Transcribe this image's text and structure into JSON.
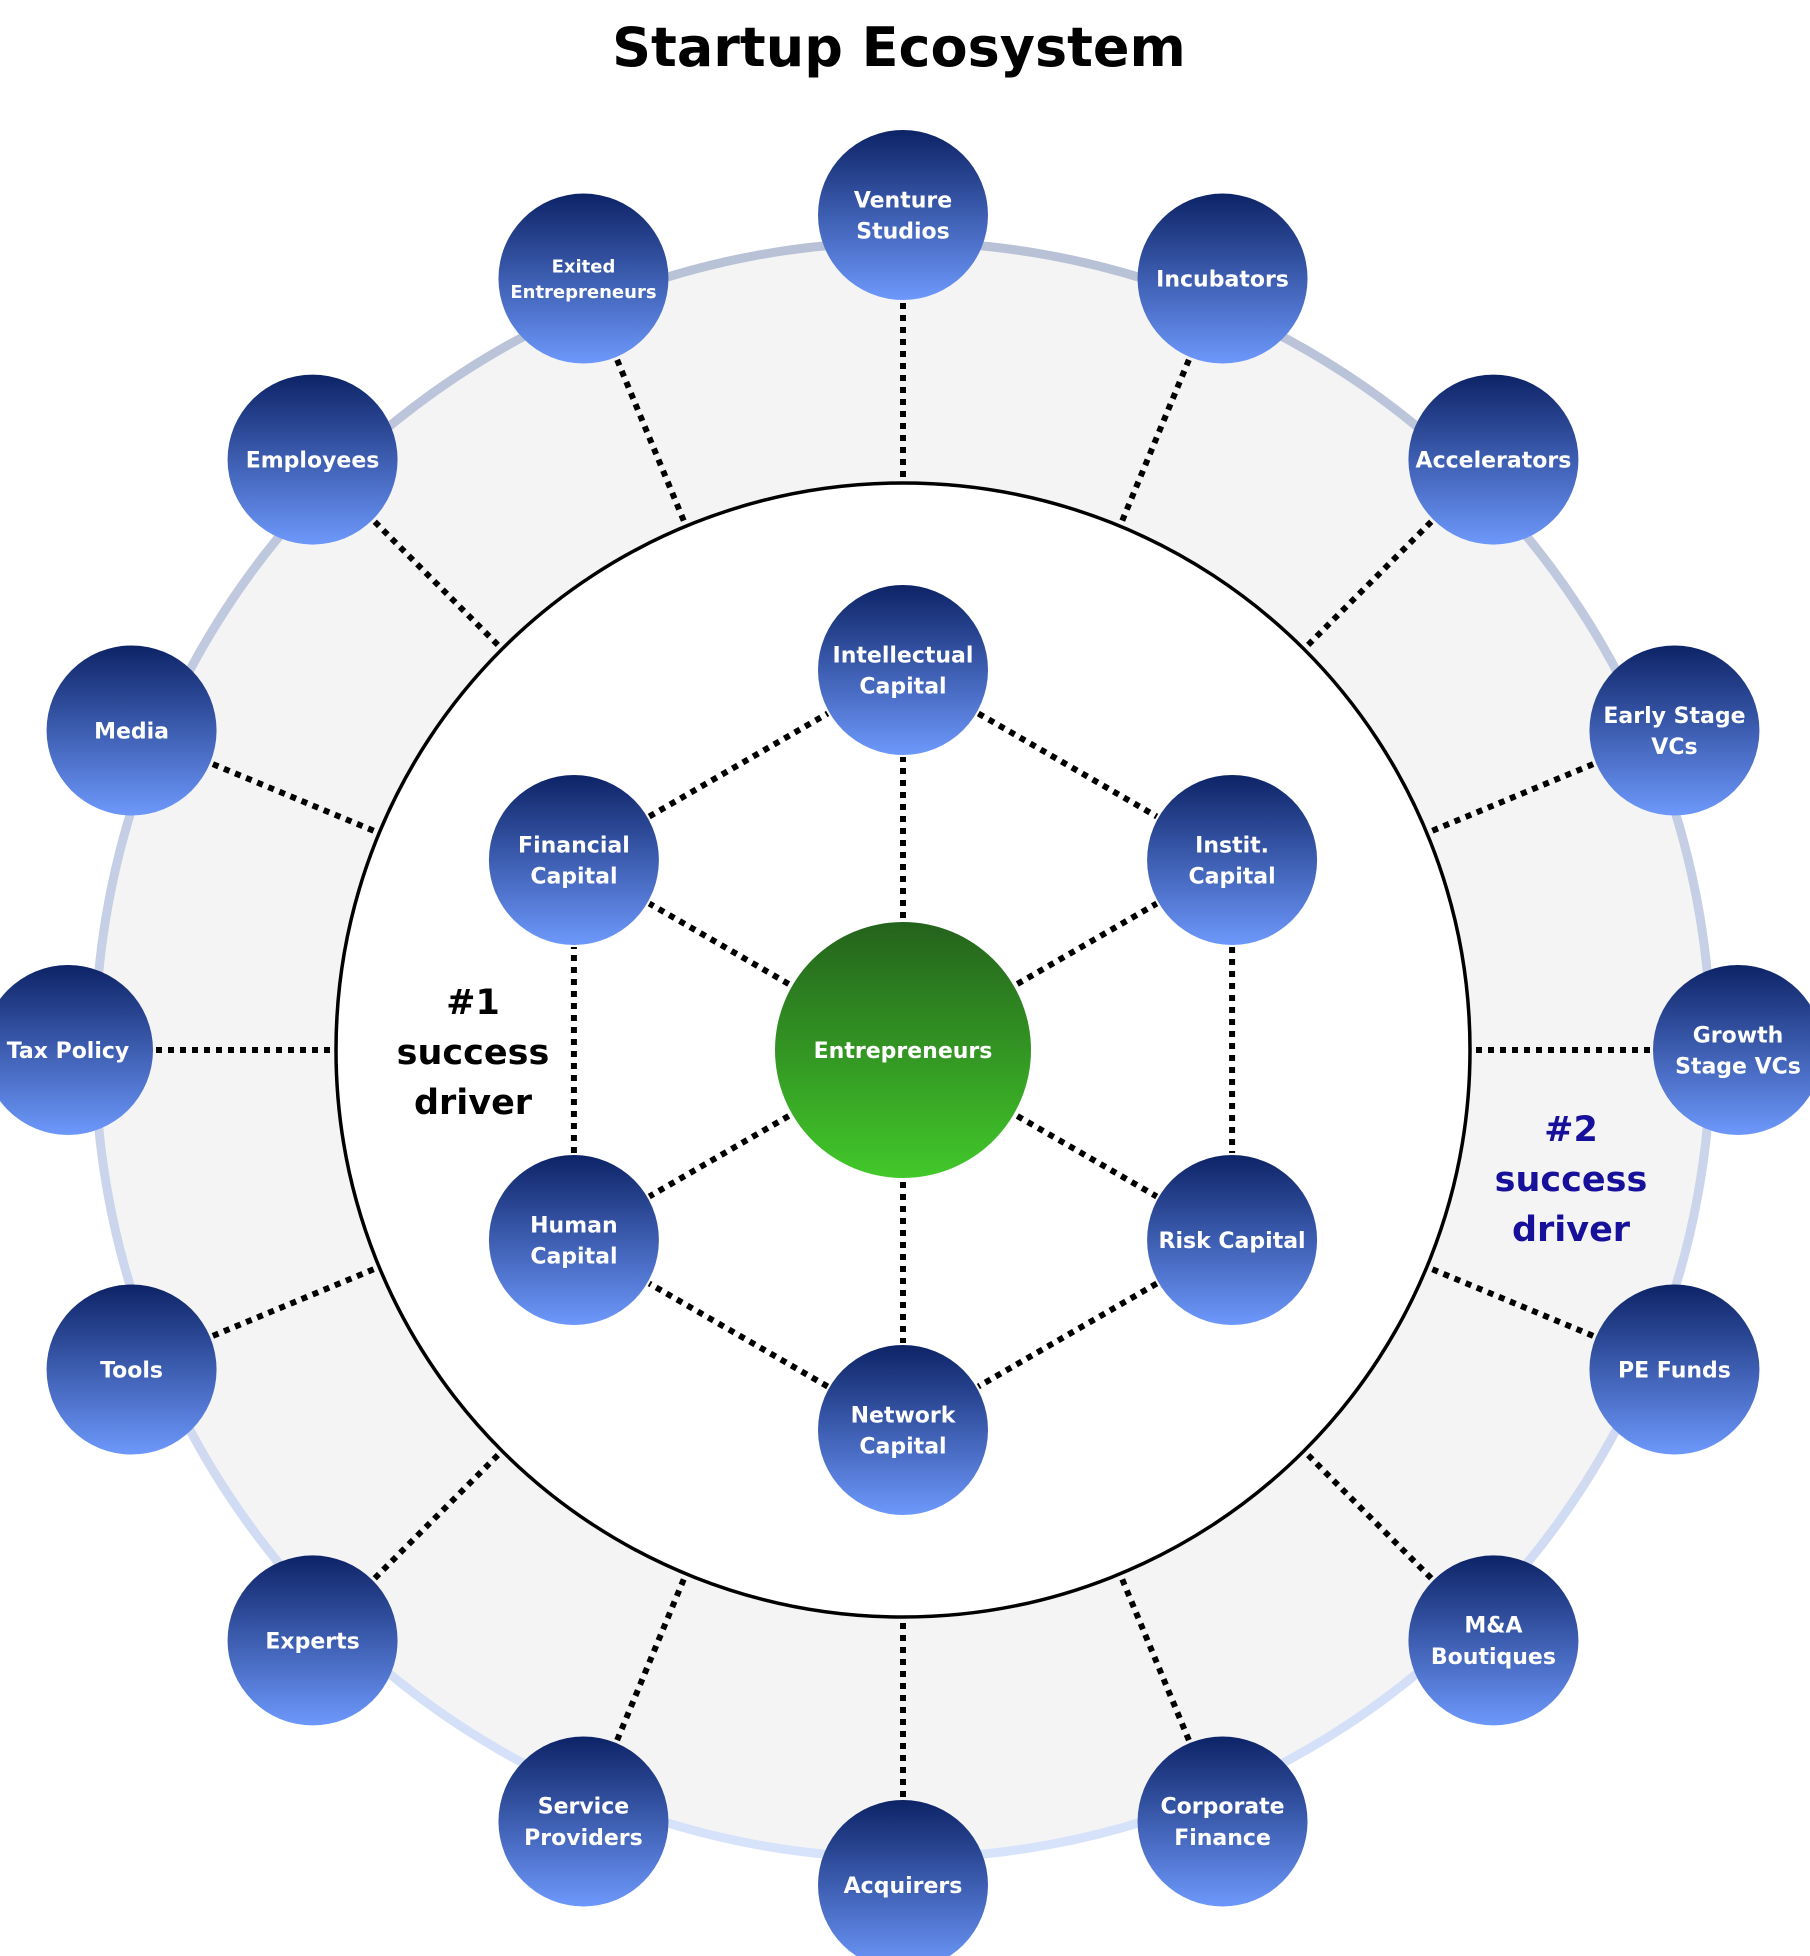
{
  "title": "Startup Ecosystem",
  "colors": {
    "node_top": "#0d2366",
    "node_bottom": "#6d98fb",
    "center_top": "#24621c",
    "center_bottom": "#42c82a",
    "outer_ring_top": "#b8c1d6",
    "outer_ring_bottom": "#d7e3fb",
    "outer_fill": "#f4f4f5",
    "driver_one": "#000000",
    "driver_two": "#16109a"
  },
  "center": {
    "label": [
      "Entrepreneurs"
    ],
    "icon": ""
  },
  "inner_nodes": [
    {
      "id": "intellectual-capital",
      "label": [
        "Intellectual",
        "Capital"
      ]
    },
    {
      "id": "instit-capital",
      "label": [
        "Instit.",
        "Capital"
      ]
    },
    {
      "id": "risk-capital",
      "label": [
        "Risk Capital"
      ]
    },
    {
      "id": "network-capital",
      "label": [
        "Network",
        "Capital"
      ]
    },
    {
      "id": "human-capital",
      "label": [
        "Human",
        "Capital"
      ]
    },
    {
      "id": "financial-capital",
      "label": [
        "Financial",
        "Capital"
      ]
    }
  ],
  "outer_nodes": [
    {
      "id": "venture-studios",
      "label": [
        "Venture",
        "Studios"
      ]
    },
    {
      "id": "incubators",
      "label": [
        "Incubators"
      ]
    },
    {
      "id": "accelerators",
      "label": [
        "Accelerators"
      ]
    },
    {
      "id": "early-stage-vcs",
      "label": [
        "Early Stage",
        "VCs"
      ]
    },
    {
      "id": "growth-stage-vcs",
      "label": [
        "Growth",
        "Stage VCs"
      ]
    },
    {
      "id": "pe-funds",
      "label": [
        "PE Funds"
      ]
    },
    {
      "id": "ma-boutiques",
      "label": [
        "M&A",
        "Boutiques"
      ]
    },
    {
      "id": "corporate-finance",
      "label": [
        "Corporate",
        "Finance"
      ]
    },
    {
      "id": "acquirers",
      "label": [
        "Acquirers"
      ]
    },
    {
      "id": "service-providers",
      "label": [
        "Service",
        "Providers"
      ]
    },
    {
      "id": "experts",
      "label": [
        "Experts"
      ]
    },
    {
      "id": "tools",
      "label": [
        "Tools"
      ]
    },
    {
      "id": "tax-policy",
      "label": [
        "Tax Policy"
      ]
    },
    {
      "id": "media",
      "label": [
        "Media"
      ]
    },
    {
      "id": "employees",
      "label": [
        "Employees"
      ]
    },
    {
      "id": "exited-entrepreneurs",
      "label": [
        "Exited",
        "Entrepreneurs"
      ]
    }
  ],
  "drivers": {
    "one": [
      "#1",
      "success",
      "driver"
    ],
    "two": [
      "#2",
      "success",
      "driver"
    ]
  }
}
